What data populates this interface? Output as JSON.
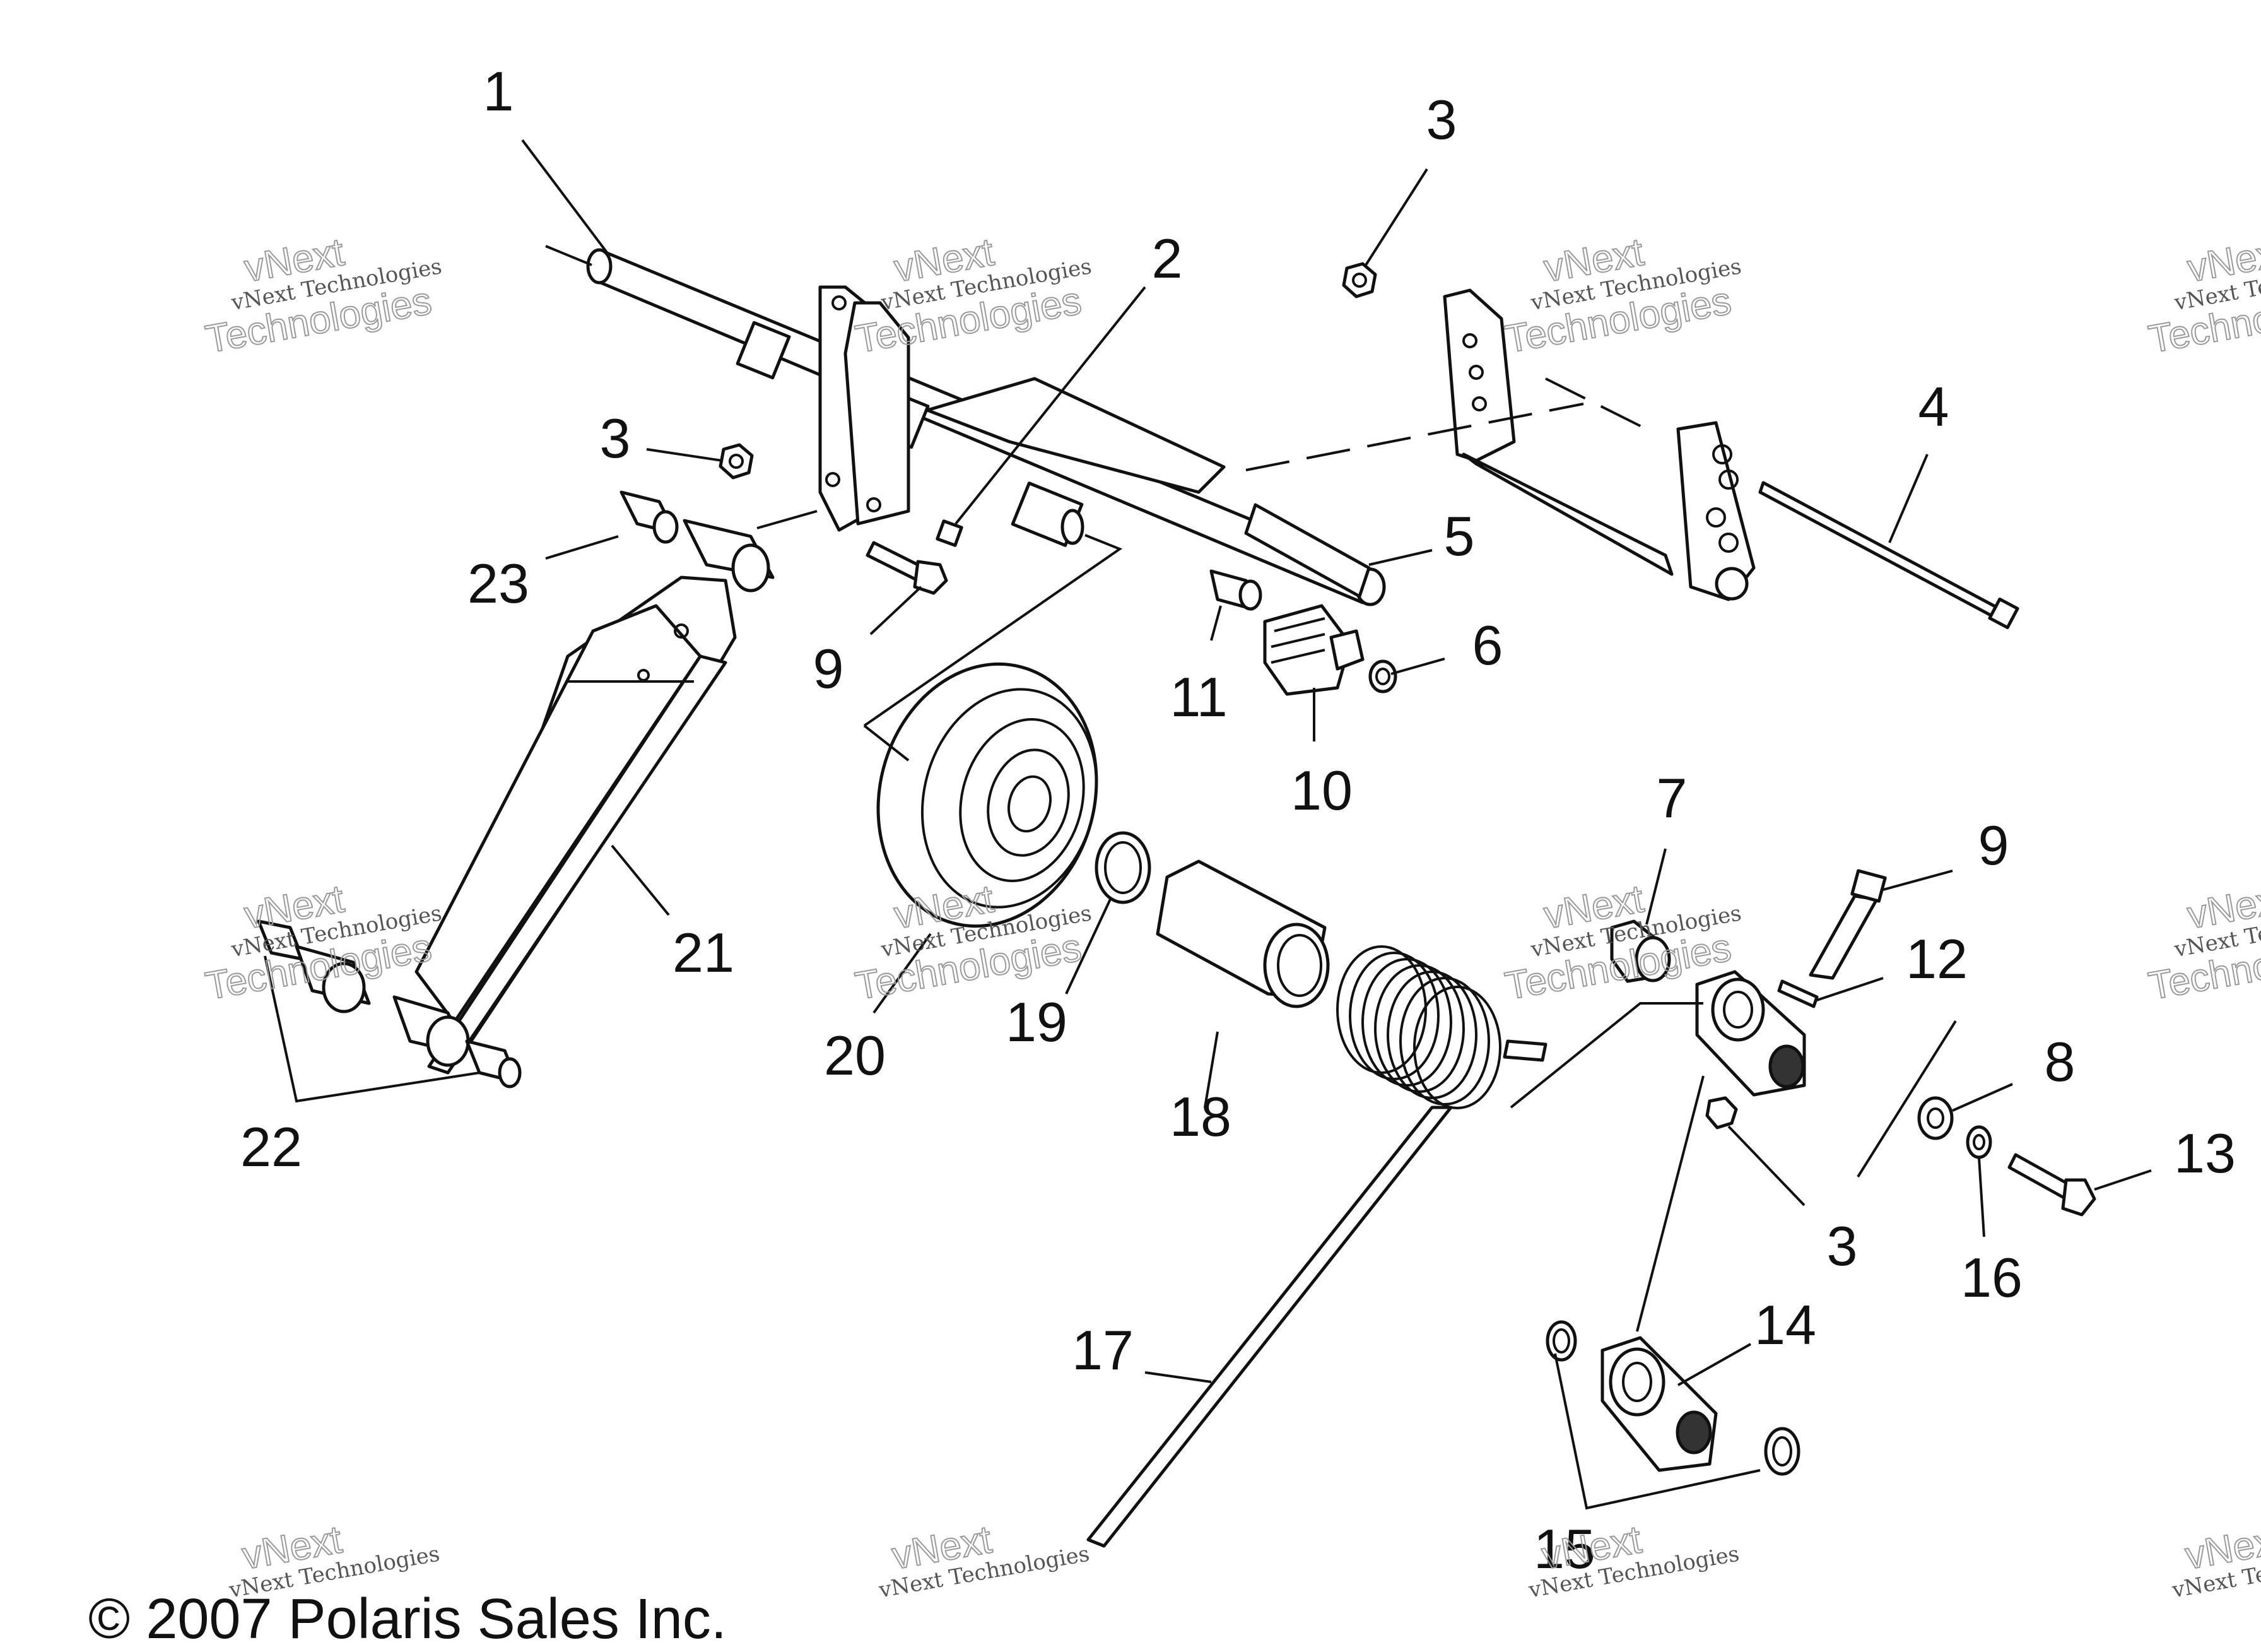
{
  "callouts": [
    {
      "id": "c1",
      "text": "1"
    },
    {
      "id": "c2",
      "text": "2"
    },
    {
      "id": "c3a",
      "text": "3"
    },
    {
      "id": "c3b",
      "text": "3"
    },
    {
      "id": "c3c",
      "text": "3"
    },
    {
      "id": "c4",
      "text": "4"
    },
    {
      "id": "c5",
      "text": "5"
    },
    {
      "id": "c6",
      "text": "6"
    },
    {
      "id": "c7",
      "text": "7"
    },
    {
      "id": "c8",
      "text": "8"
    },
    {
      "id": "c9a",
      "text": "9"
    },
    {
      "id": "c9b",
      "text": "9"
    },
    {
      "id": "c10",
      "text": "10"
    },
    {
      "id": "c11",
      "text": "11"
    },
    {
      "id": "c12",
      "text": "12"
    },
    {
      "id": "c13",
      "text": "13"
    },
    {
      "id": "c14",
      "text": "14"
    },
    {
      "id": "c15",
      "text": "15"
    },
    {
      "id": "c16",
      "text": "16"
    },
    {
      "id": "c17",
      "text": "17"
    },
    {
      "id": "c18",
      "text": "18"
    },
    {
      "id": "c19",
      "text": "19"
    },
    {
      "id": "c20",
      "text": "20"
    },
    {
      "id": "c21",
      "text": "21"
    },
    {
      "id": "c22",
      "text": "22"
    },
    {
      "id": "c23",
      "text": "23"
    }
  ],
  "watermark": {
    "line1": "vNext",
    "line2": "vNext Technologies",
    "line3": "Technologies"
  },
  "copyright": "© 2007 Polaris Sales Inc.",
  "colors": {
    "ink": "#111111",
    "paper": "#ffffff",
    "watermark": "#9a9a9a"
  }
}
